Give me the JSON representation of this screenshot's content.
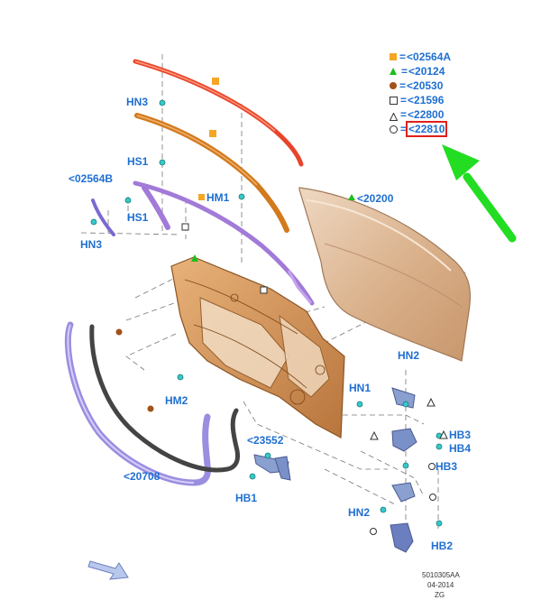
{
  "legend": {
    "items": [
      {
        "symbol": "square-filled-orange",
        "text": "<02564A"
      },
      {
        "symbol": "triangle-filled-green",
        "text": "<20124"
      },
      {
        "symbol": "circle-filled-brown",
        "text": "<20530"
      },
      {
        "symbol": "square-outline",
        "text": "<21596"
      },
      {
        "symbol": "triangle-outline",
        "text": "<22800"
      },
      {
        "symbol": "circle-outline",
        "text": "<22810"
      }
    ],
    "equals": "="
  },
  "labels": {
    "hn3_top": "HN3",
    "hs1_top": "HS1",
    "part_02564b": "<02564B",
    "hs1_left": "HS1",
    "hn3_left": "HN3",
    "hm1": "HM1",
    "part_20200": "<20200",
    "hm2": "HM2",
    "hn1": "HN1",
    "hn2_top": "HN2",
    "hb3_top": "HB3",
    "hb4": "HB4",
    "hb3_mid": "HB3",
    "part_23552": "<23552",
    "part_20708": "<20708",
    "hb1": "HB1",
    "hn2_bottom": "HN2",
    "hb2": "HB2"
  },
  "footer": {
    "code": "5010305AA",
    "date": "04-2014",
    "initials": "ZG"
  },
  "colors": {
    "link_blue": "#1f6fd1",
    "highlight_red": "#e0201a",
    "arrow_green": "#22dd22",
    "orange_marker": "#f5a623",
    "green_marker": "#1bbf1b",
    "brown_marker": "#a0521a"
  }
}
